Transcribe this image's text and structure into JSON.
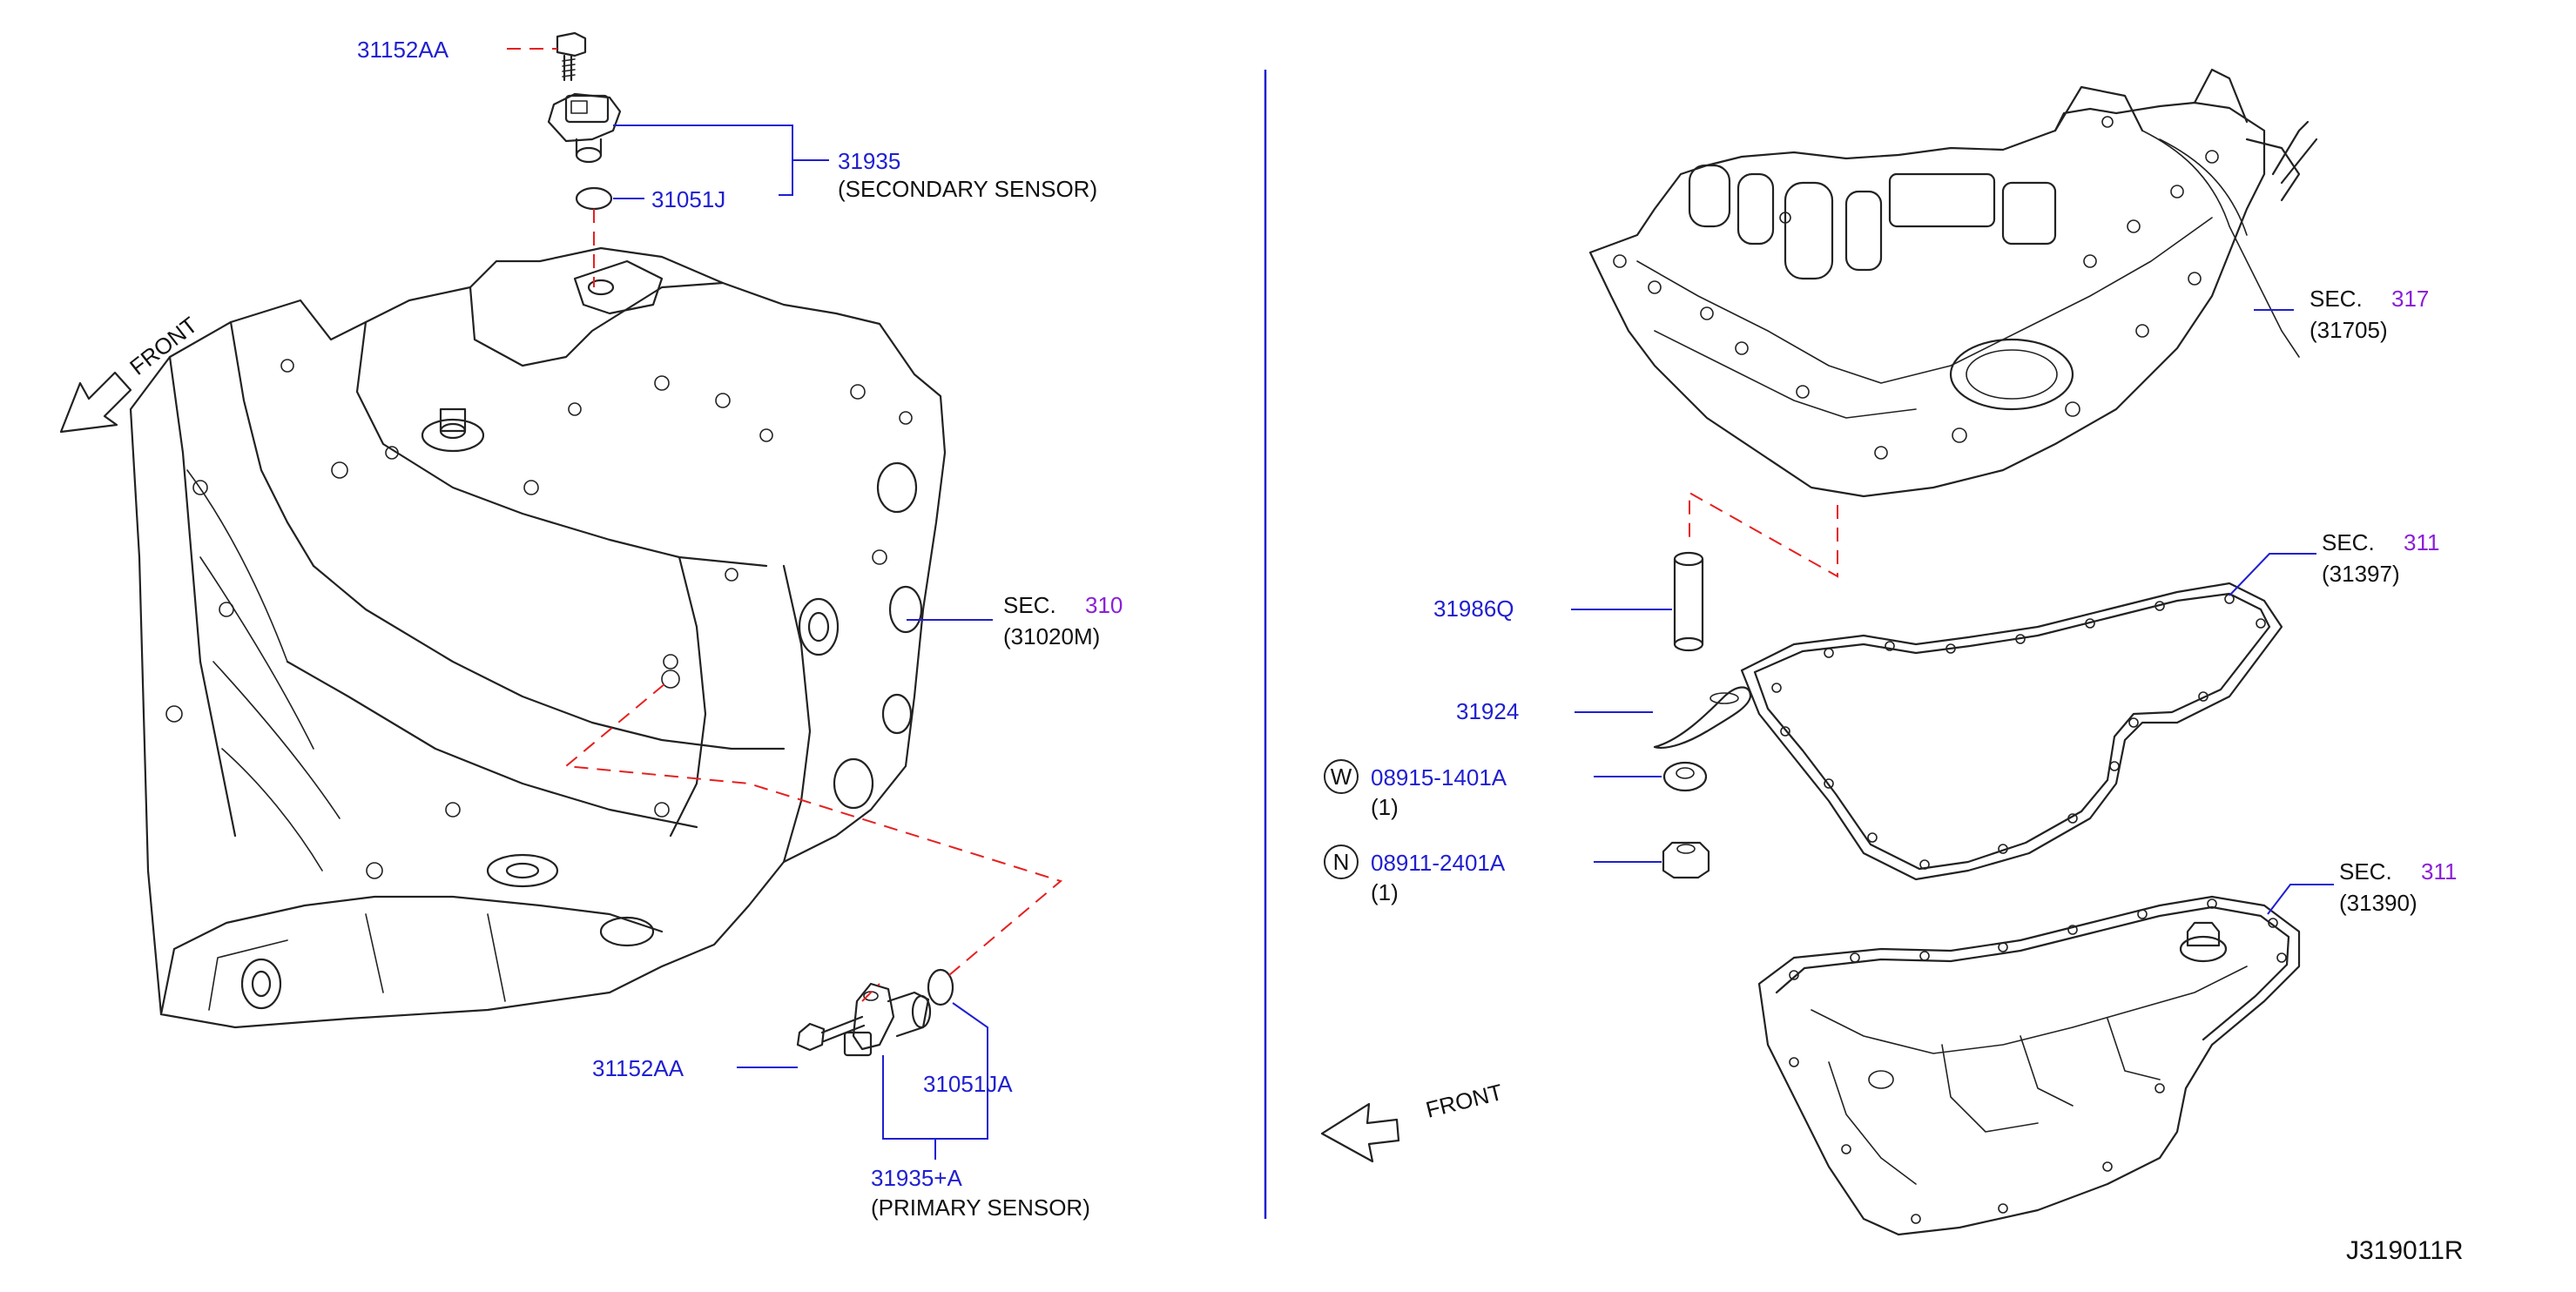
{
  "colors": {
    "partno": "#1f1fd1",
    "text": "#111111",
    "section": "#8a1fd8",
    "dash": "#e62020",
    "divider": "#1f1fd1"
  },
  "left": {
    "bolt_top": "31152AA",
    "sec_sensor_no": "31935",
    "sec_sensor_desc": "(SECONDARY   SENSOR)",
    "oring_top": "31051J",
    "front_label": "FRONT",
    "sec_prefix": "SEC.",
    "sec_no": "310",
    "sec_sub": "(31020M)",
    "bolt_bottom": "31152AA",
    "oring_bottom": "31051JA",
    "pri_sensor_no": "31935+A",
    "pri_sensor_desc": "(PRIMARY   SENSOR)"
  },
  "right": {
    "valve_sec_prefix": "SEC.",
    "valve_sec_no": "317",
    "valve_sec_sub": "(31705)",
    "pin": "31986Q",
    "lever": "31924",
    "washer_marker": "W",
    "washer_no": "08915-1401A",
    "washer_qty": "(1)",
    "nut_marker": "N",
    "nut_no": "08911-2401A",
    "nut_qty": "(1)",
    "gasket_sec_prefix": "SEC.",
    "gasket_sec_no": "311",
    "gasket_sec_sub": "(31397)",
    "pan_sec_prefix": "SEC.",
    "pan_sec_no": "311",
    "pan_sec_sub": "(31390)",
    "front_label": "FRONT"
  },
  "diagram_id": "J319011R"
}
